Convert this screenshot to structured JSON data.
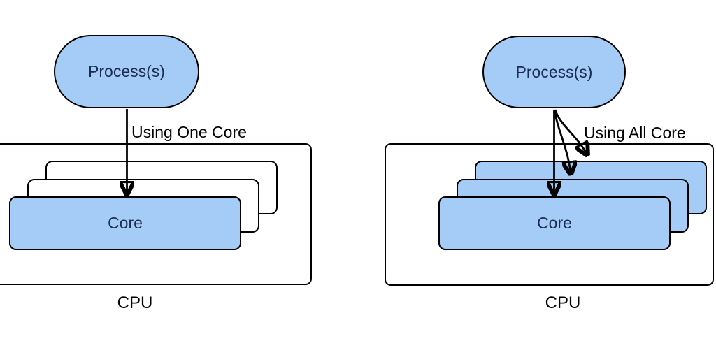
{
  "colors": {
    "background": "#ffffff",
    "shape_fill": "#a5ccf7",
    "shape_stroke": "#000000",
    "shape_text": "#1b2c52",
    "label_text": "#000000"
  },
  "left_diagram": {
    "process_label": "Process(s)",
    "arrow_label": "Using One Core",
    "core_label": "Core",
    "cpu_label": "CPU",
    "core_count": 3,
    "cores_used": 1
  },
  "right_diagram": {
    "process_label": "Process(s)",
    "arrow_label": "Using All Core",
    "core_label": "Core",
    "cpu_label": "CPU",
    "core_count": 3,
    "cores_used": 3
  }
}
